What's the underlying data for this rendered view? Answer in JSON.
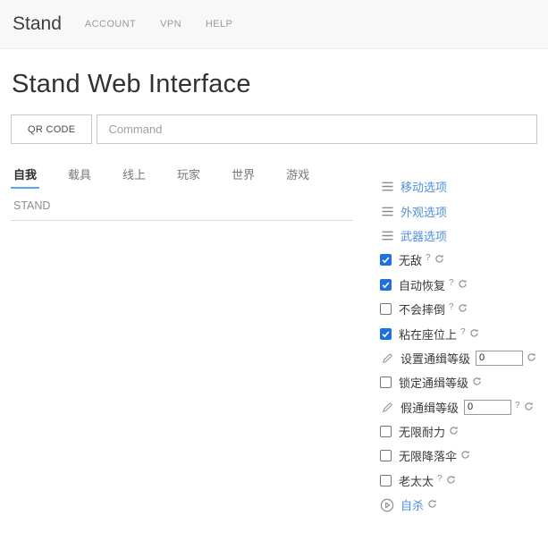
{
  "header": {
    "brand": "Stand",
    "nav": [
      {
        "label": "ACCOUNT"
      },
      {
        "label": "VPN"
      },
      {
        "label": "HELP"
      }
    ]
  },
  "page": {
    "title": "Stand Web Interface"
  },
  "command_bar": {
    "qr_button_label": "QR CODE",
    "input_placeholder": "Command",
    "input_value": ""
  },
  "tabs": [
    {
      "label": "自我",
      "active": true
    },
    {
      "label": "载具",
      "active": false
    },
    {
      "label": "线上",
      "active": false
    },
    {
      "label": "玩家",
      "active": false
    },
    {
      "label": "世界",
      "active": false
    },
    {
      "label": "游戏",
      "active": false
    }
  ],
  "breadcrumb": "STAND",
  "glyphs": {
    "help": "?"
  },
  "commands": [
    {
      "type": "link",
      "label": "移动选项"
    },
    {
      "type": "link",
      "label": "外观选项"
    },
    {
      "type": "link",
      "label": "武器选项"
    },
    {
      "type": "toggle",
      "label": "无敌",
      "checked": true,
      "help": true,
      "reload": true
    },
    {
      "type": "toggle",
      "label": "自动恢复",
      "checked": true,
      "help": true,
      "reload": true
    },
    {
      "type": "toggle",
      "label": "不会摔倒",
      "checked": false,
      "help": true,
      "reload": true
    },
    {
      "type": "toggle",
      "label": "粘在座位上",
      "checked": true,
      "help": true,
      "reload": true
    },
    {
      "type": "input",
      "label": "设置通缉等级",
      "value": "0",
      "help": false,
      "reload": true
    },
    {
      "type": "toggle",
      "label": "锁定通缉等级",
      "checked": false,
      "help": false,
      "reload": true
    },
    {
      "type": "input",
      "label": "假通缉等级",
      "value": "0",
      "help": true,
      "reload": true
    },
    {
      "type": "toggle",
      "label": "无限耐力",
      "checked": false,
      "help": false,
      "reload": true
    },
    {
      "type": "toggle",
      "label": "无限降落伞",
      "checked": false,
      "help": false,
      "reload": true
    },
    {
      "type": "toggle",
      "label": "老太太",
      "checked": false,
      "help": true,
      "reload": true
    },
    {
      "type": "action",
      "label": "自杀",
      "help": false,
      "reload": true
    }
  ],
  "colors": {
    "link_blue": "#4d90e0",
    "checkbox_blue": "#1f6fe0",
    "tab_underline": "#5aa7f2",
    "header_bg": "#f8f8f8",
    "icon_gray": "#8c8c8c"
  }
}
